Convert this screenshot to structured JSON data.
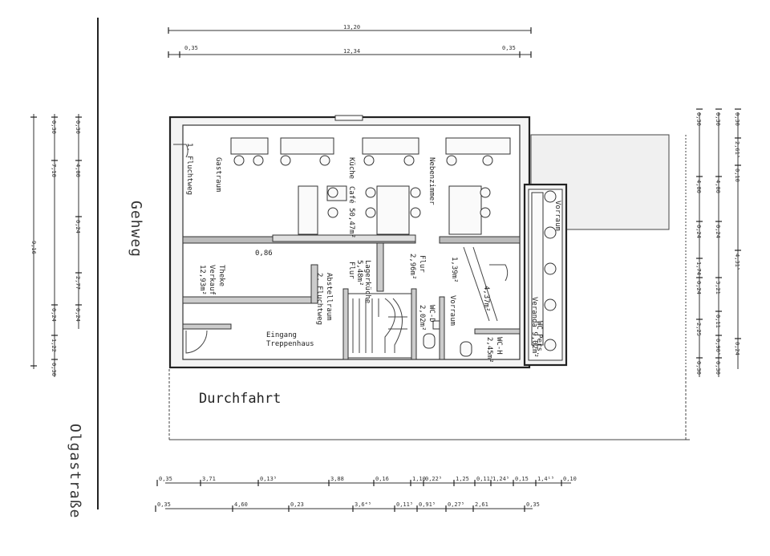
{
  "streets": {
    "left": "Olgastraße",
    "side": "Gehweg",
    "passage": "Durchfahrt"
  },
  "rooms": {
    "gastraum": "Gastraum",
    "fluchtweg1": "1. Fluchtweg",
    "kueche": "Küche",
    "cafe": "Café 50,47m²",
    "nebenzimmer": "Nebenzimmer",
    "veranda": "Veranda 9,02m²",
    "vorraum_top": "Vorraum",
    "theke": "Theke",
    "verkauf": "Verkauf",
    "theke_area": "12,93m²",
    "dim086": "0,86",
    "lager_kueche": "Lagerküche",
    "lager_area": "5,48m²",
    "flur_left": "Flur",
    "flur": "Flur",
    "flur_area": "2,96m²",
    "fluchtweg2": "2. Fluchtweg",
    "abstellraum": "Abstellraum",
    "vorraum_area": "1,39m²",
    "wc_h": "WC-H",
    "wc_h_area": "2,45m²",
    "vorraum_mid": "Vorraum",
    "vorraum_mid_area": "4,37m²",
    "wc_d": "WC-D",
    "wc_d_area": "2,02m²",
    "wc_pers": "WC Pers.",
    "eingang": "Eingang",
    "treppenhaus": "Treppenhaus"
  },
  "dimensions": {
    "top_overall": "13,20",
    "top_inner": "12,34",
    "top_left_edge": "0,35",
    "top_right_edge": "0,35",
    "bottom_row1": [
      "0,35",
      "3,71",
      "0,13⁵",
      "3,88",
      "0,16",
      "1,10",
      "0,22⁵",
      "1,25",
      "0,11⁵",
      "1,24⁵",
      "0,15",
      "1,4¹⁵",
      "0,10"
    ],
    "bottom_row2": [
      "0,35",
      "4,60",
      "0,23",
      "3,6⁴⁵",
      "0,11⁵",
      "0,91⁵",
      "0,27⁵",
      "2,61",
      "0,35"
    ],
    "left_outer": "9,16",
    "left_col_a": [
      "0,30",
      "7,10",
      "0,24",
      "1,22",
      "0,30"
    ],
    "left_col_b": [
      "0,30",
      "4,00",
      "0,24",
      "2,77",
      "0,24"
    ],
    "right_col_a": [
      "0,30",
      "4,00",
      "0,24",
      "1,74",
      "0,24",
      "2,25",
      "0,30"
    ],
    "right_col_b": [
      "0,30",
      "4,00",
      "0,24",
      "3,21",
      "0,11",
      "0,90⁵",
      "0,30"
    ],
    "right_col_c": [
      "0,30",
      "2,61⁵",
      "0,10",
      "4,31⁵",
      "0,24"
    ]
  }
}
